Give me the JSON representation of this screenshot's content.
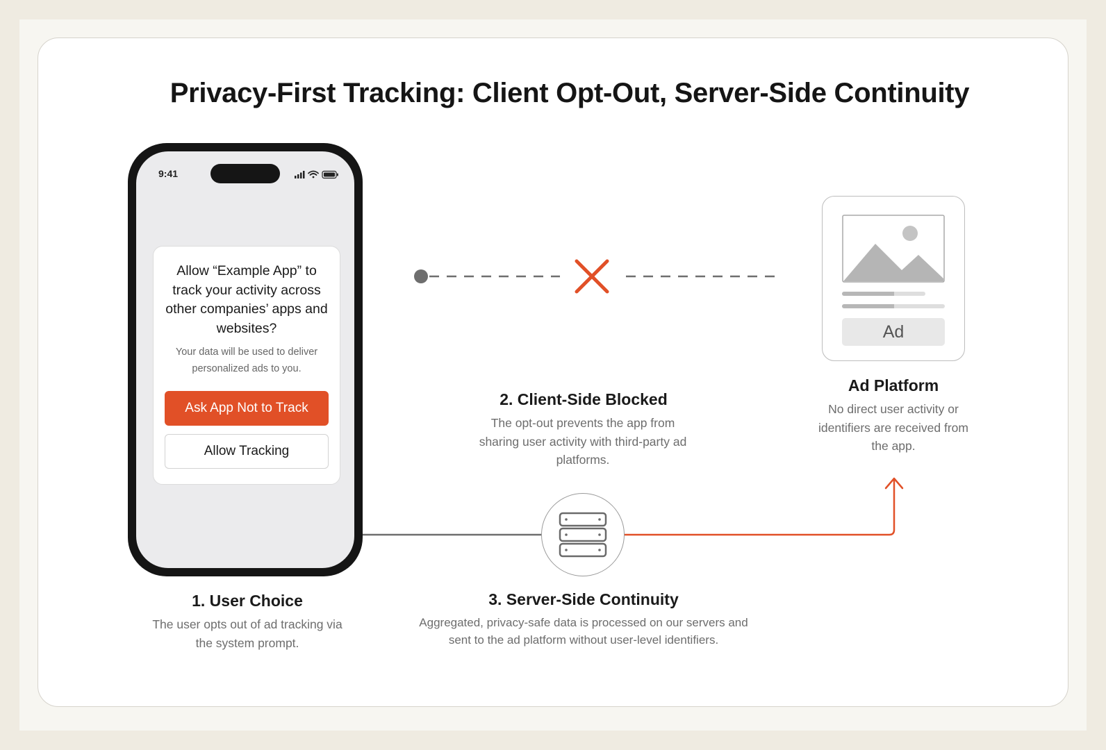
{
  "title": "Privacy-First Tracking: Client Opt-Out, Server-Side Continuity",
  "colors": {
    "accent": "#e15027",
    "connector_gray": "#6e6e6e",
    "background": "#efebe1"
  },
  "phone": {
    "status_time": "9:41",
    "status_icons": [
      "signal-icon",
      "wifi-icon",
      "battery-icon"
    ],
    "dialog": {
      "title": "Allow “Example App” to track your activity across other companies’ apps and websites?",
      "body": "Your data will be used to deliver personalized ads to you.",
      "primary_button": "Ask App Not to Track",
      "secondary_button": "Allow Tracking"
    }
  },
  "steps": {
    "user_choice": {
      "heading": "1. User Choice",
      "description": "The user opts out of ad tracking via the system prompt."
    },
    "client_blocked": {
      "heading": "2. Client-Side Blocked",
      "description": "The opt-out prevents the app from sharing user activity with third-party ad platforms."
    },
    "server_continuity": {
      "heading": "3. Server-Side Continuity",
      "description": "Aggregated, privacy-safe data is processed on our servers and sent to the ad platform without user-level identifiers."
    }
  },
  "ad_platform": {
    "badge": "Ad",
    "heading": "Ad Platform",
    "description": "No direct user activity or identifiers are received from the app."
  },
  "icons": {
    "blocked": "x-icon",
    "server": "server-icon",
    "ad_image": "image-placeholder-icon",
    "arrow": "arrow-up-icon"
  }
}
